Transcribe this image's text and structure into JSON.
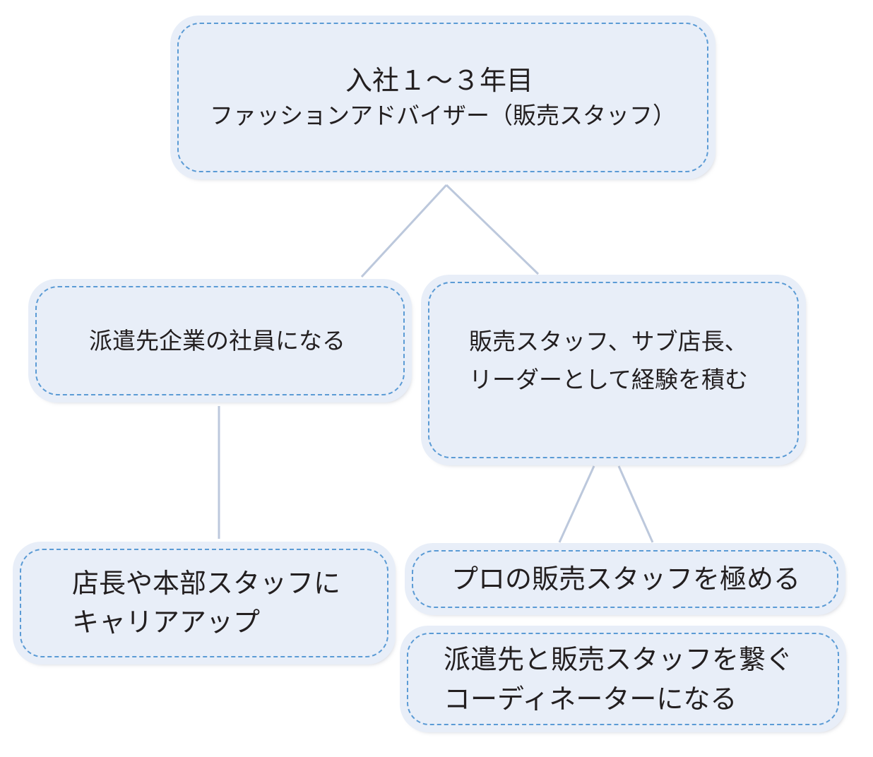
{
  "diagram": {
    "nodes": {
      "top": {
        "line1": "入社１～３年目",
        "line2": "ファッションアドバイザー（販売スタッフ）"
      },
      "left": {
        "line1": "派遣先企業の社員になる"
      },
      "right": {
        "line1": "販売スタッフ、サブ店長、",
        "line2": "リーダーとして経験を積む"
      },
      "bottom_left": {
        "line1": "店長や本部スタッフに",
        "line2": "キャリアアップ"
      },
      "bottom_right_1": {
        "line1": "プロの販売スタッフを極める"
      },
      "bottom_right_2": {
        "line1": "派遣先と販売スタッフを繋ぐ",
        "line2": "コーディネーターになる"
      }
    },
    "colors": {
      "node_fill": "#e8eef8",
      "node_border": "#5b9bd5",
      "connector": "#bcc8dc",
      "text": "#231f20"
    }
  }
}
